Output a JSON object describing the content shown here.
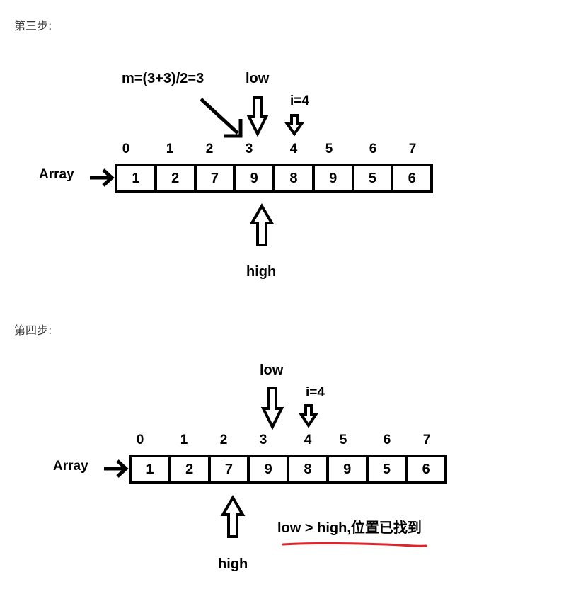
{
  "step3": {
    "label": "第三步:",
    "mid_label": "m=(3+3)/2=3",
    "low_label": "low",
    "i_label": "i=4",
    "high_label": "high",
    "array_label": "Array",
    "indices": [
      "0",
      "1",
      "2",
      "3",
      "4",
      "5",
      "6",
      "7"
    ],
    "values": [
      "1",
      "2",
      "7",
      "9",
      "8",
      "9",
      "5",
      "6"
    ]
  },
  "step4": {
    "label": "第四步:",
    "low_label": "low",
    "i_label": "i=4",
    "high_label": "high",
    "array_label": "Array",
    "indices": [
      "0",
      "1",
      "2",
      "3",
      "4",
      "5",
      "6",
      "7"
    ],
    "values": [
      "1",
      "2",
      "7",
      "9",
      "8",
      "9",
      "5",
      "6"
    ],
    "result_text": "low > high,位置已找到",
    "underline_color": "#e0242a"
  }
}
